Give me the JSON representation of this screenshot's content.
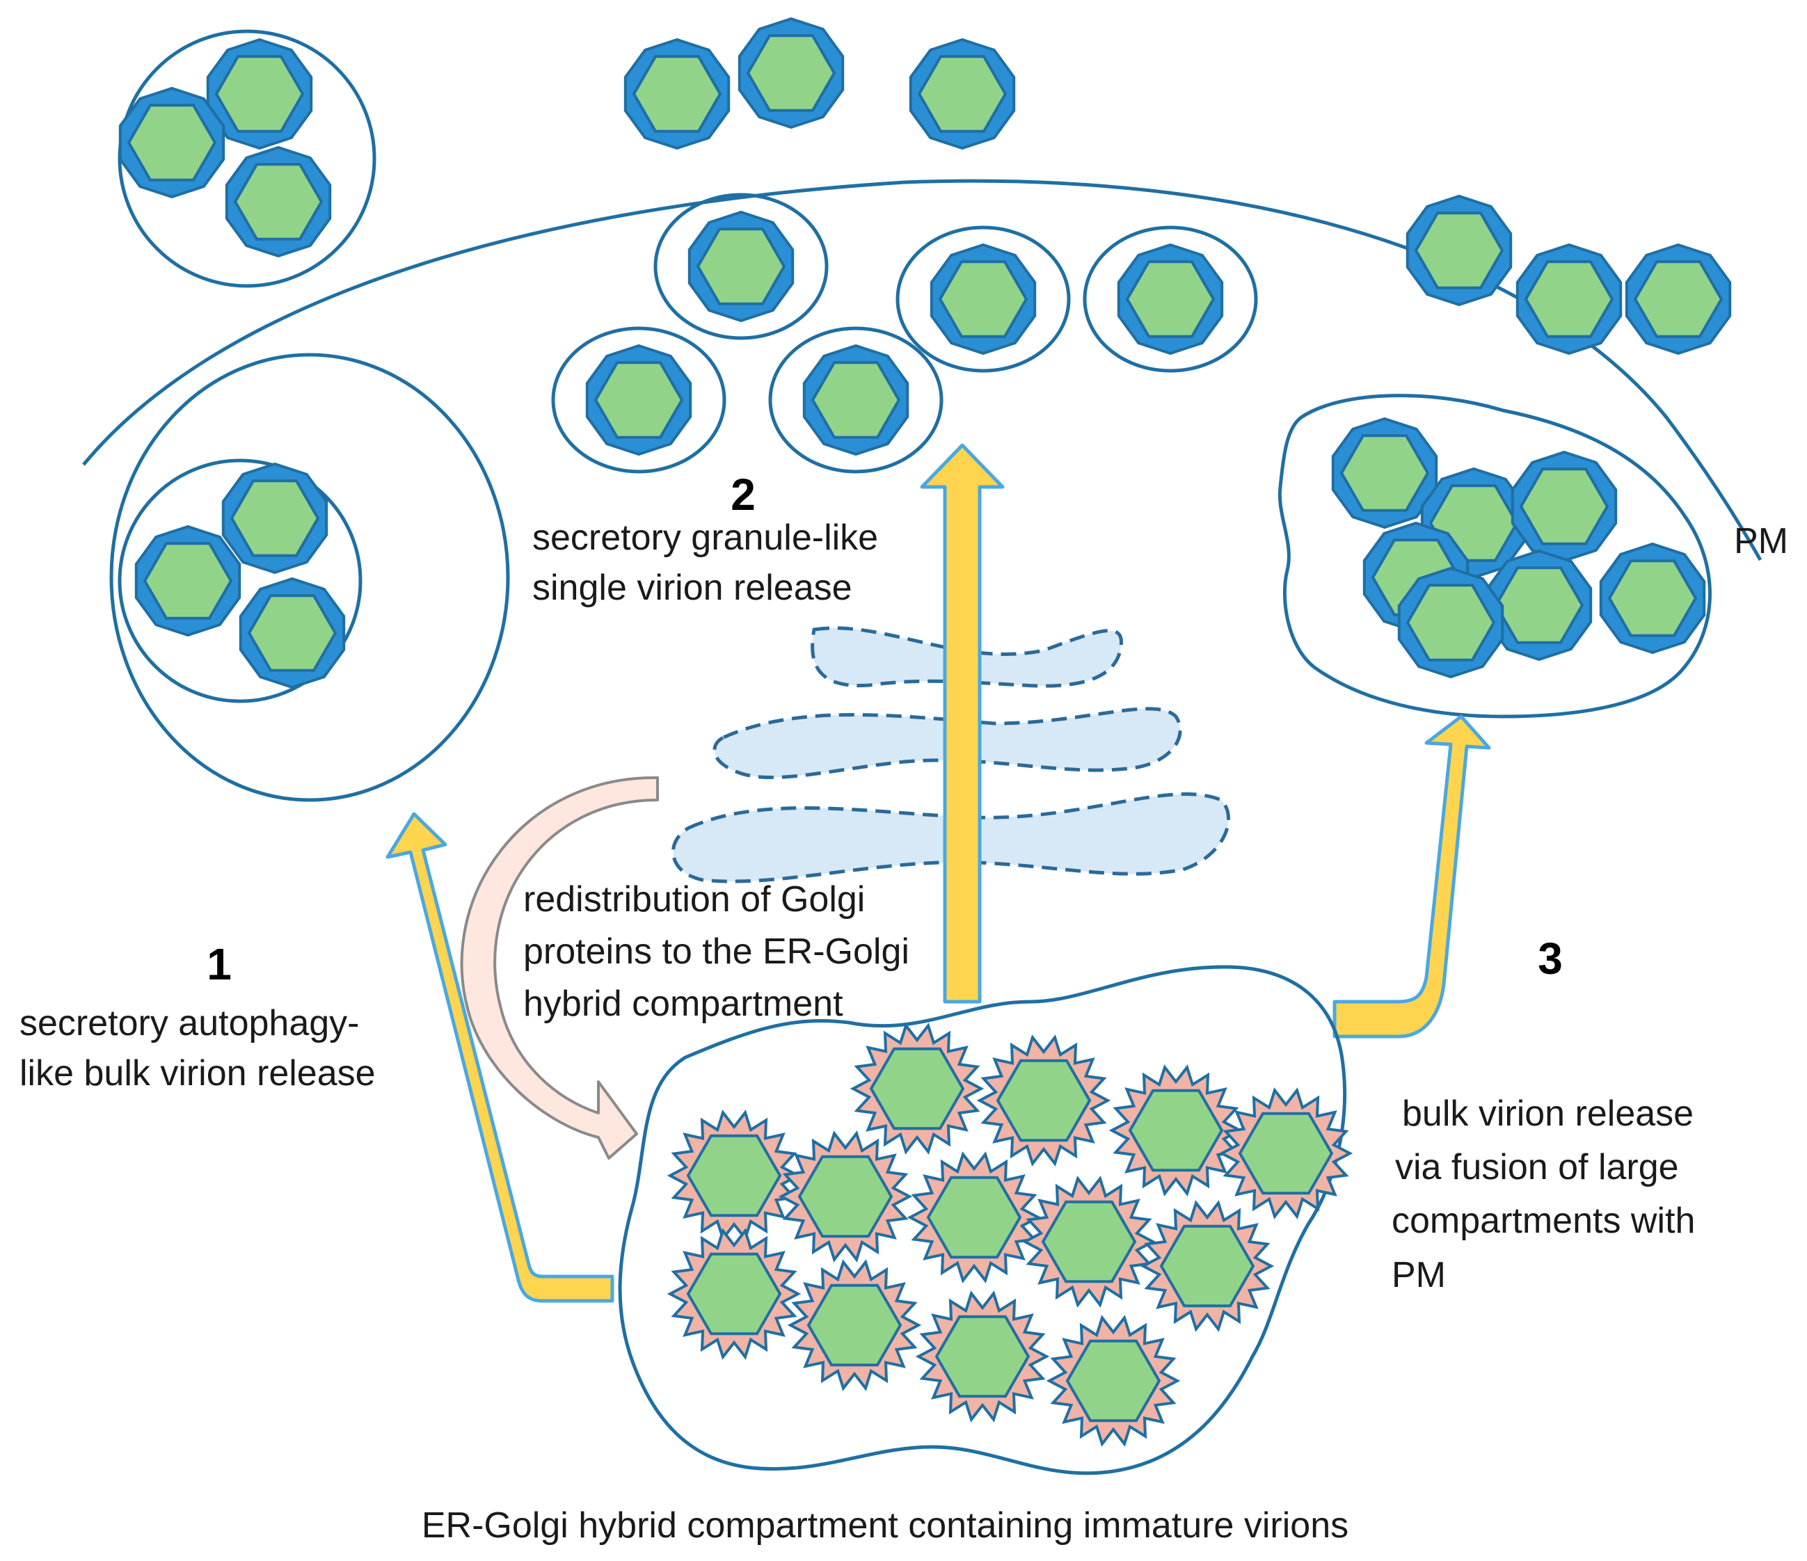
{
  "labels": {
    "pathway1_number": "1",
    "pathway1_line1": "secretory autophagy-",
    "pathway1_line2": "like bulk virion release",
    "pathway2_number": "2",
    "pathway2_line1": "secretory granule-like",
    "pathway2_line2": "single virion release",
    "pathway3_number": "3",
    "pathway3_line1": "bulk virion release",
    "pathway3_line2": "via fusion of large",
    "pathway3_line3": "compartments with",
    "pathway3_line4": "PM",
    "golgi_line1": "redistribution of Golgi",
    "golgi_line2": "proteins to the ER-Golgi",
    "golgi_line3": "hybrid compartment",
    "pm": "PM",
    "compartment": "ER-Golgi hybrid compartment containing immature virions"
  },
  "colors": {
    "membrane": "#1f6fa3",
    "virion_shell": "#2b8fd6",
    "virion_core": "#92d38a",
    "arrow_fill": "#ffd54f",
    "arrow_edge": "#4aa8e0",
    "golgi_fill": "#d7e8f6",
    "golgi_edge": "#2a6a9a",
    "redistribution_arrow": "#fde7de",
    "spike_tip": "#f0b3a6"
  }
}
